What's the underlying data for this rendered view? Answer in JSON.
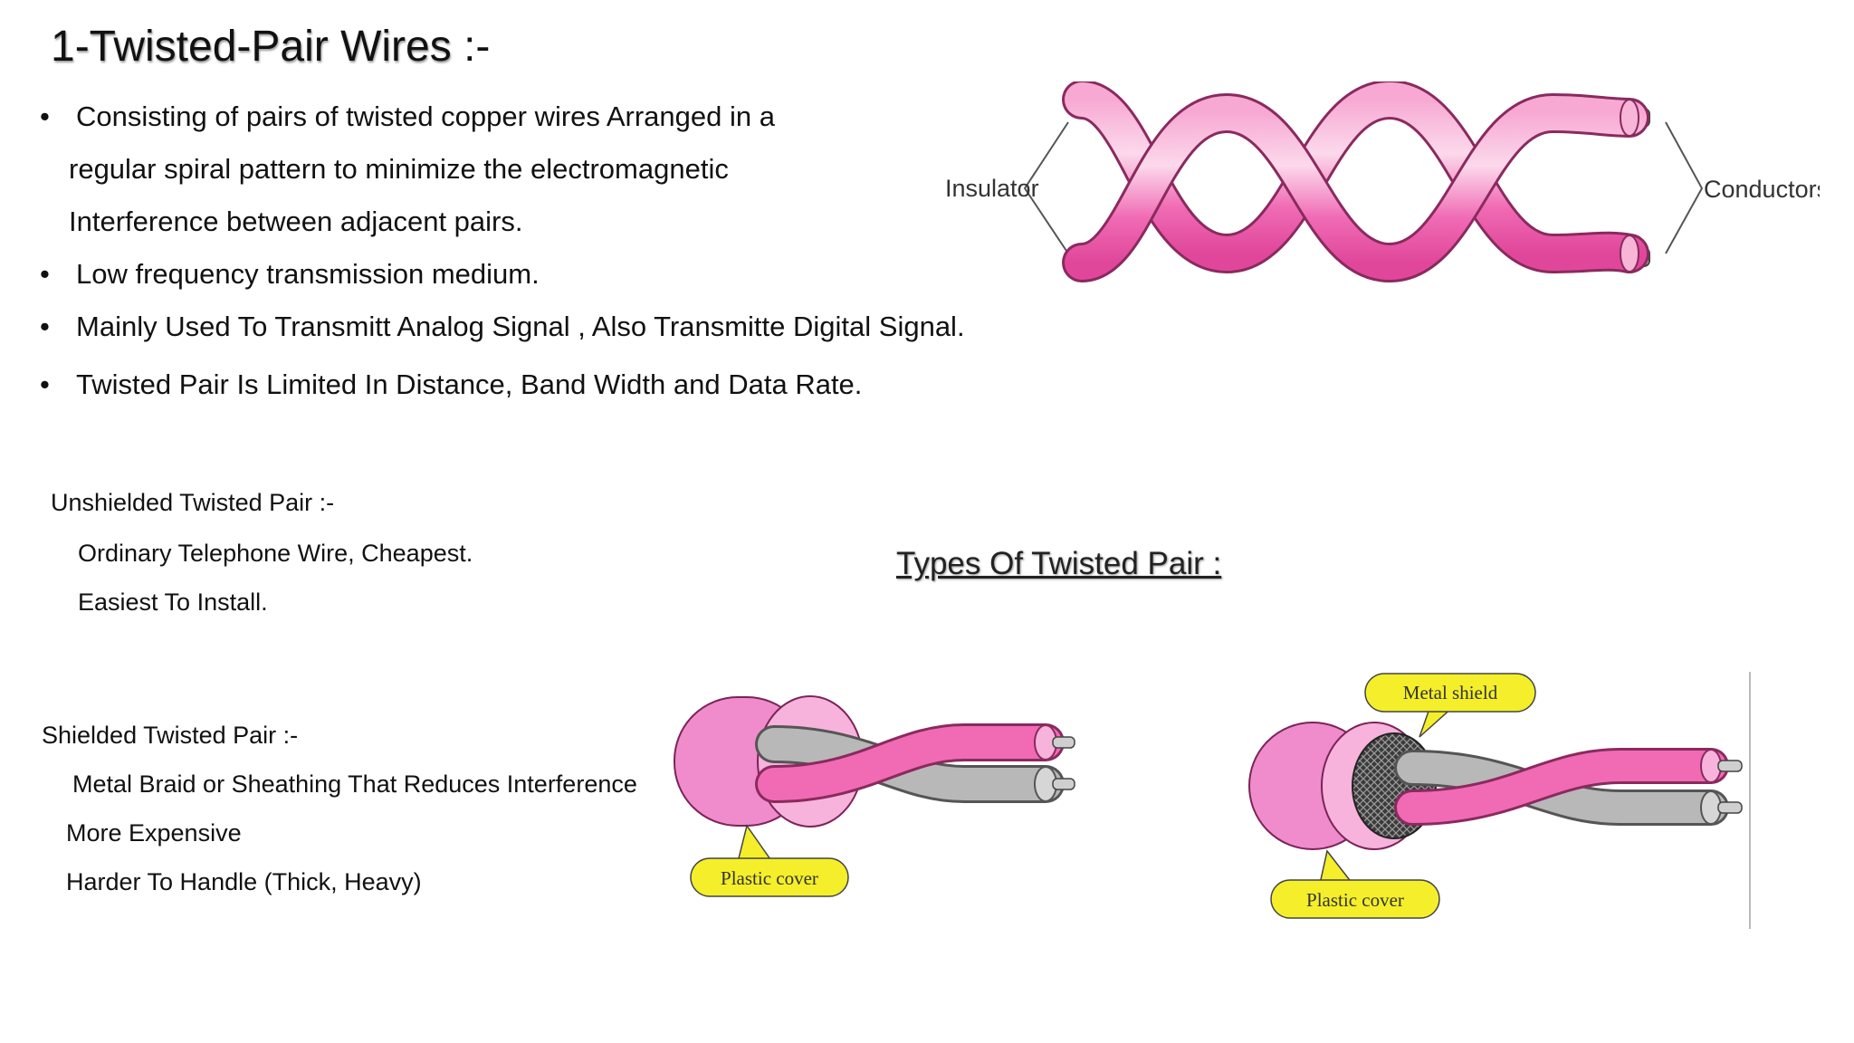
{
  "slide": {
    "title_main": "1-Twisted-Pair Wires",
    "title_suffix": " :-",
    "bullets": [
      [
        "Consisting of pairs of twisted copper wires Arranged in a",
        "regular spiral pattern to minimize the electromagnetic",
        "Interference between adjacent pairs."
      ],
      [
        "Low frequency transmission medium."
      ],
      [
        "Mainly Used To Transmitt  Analog Signal , Also Transmitte Digital Signal."
      ],
      [
        "Twisted Pair Is Limited In Distance, Band Width and Data Rate."
      ]
    ],
    "bullet_glyph": "•",
    "utp": {
      "heading": "Unshielded Twisted Pair :-",
      "lines": [
        "Ordinary Telephone Wire, Cheapest.",
        "Easiest To Install."
      ]
    },
    "stp": {
      "heading": "Shielded Twisted Pair :-",
      "lines": [
        "Metal Braid or Sheathing That Reduces Interference",
        "More Expensive",
        "Harder To Handle (Thick, Heavy)"
      ]
    },
    "types_heading": "Types Of Twisted Pair :"
  },
  "diagram_top": {
    "left_label": "Insulator",
    "right_label": "Conductors"
  },
  "diagram_utp": {
    "callout": "Plastic cover"
  },
  "diagram_stp": {
    "callout_top": "Metal shield",
    "callout_bottom": "Plastic cover"
  },
  "colors": {
    "wire_pink": "#f06bb4",
    "wire_light": "#fbc0df",
    "callout_fill": "#f4ef2a",
    "grey_wire": "#a8a8a8"
  }
}
